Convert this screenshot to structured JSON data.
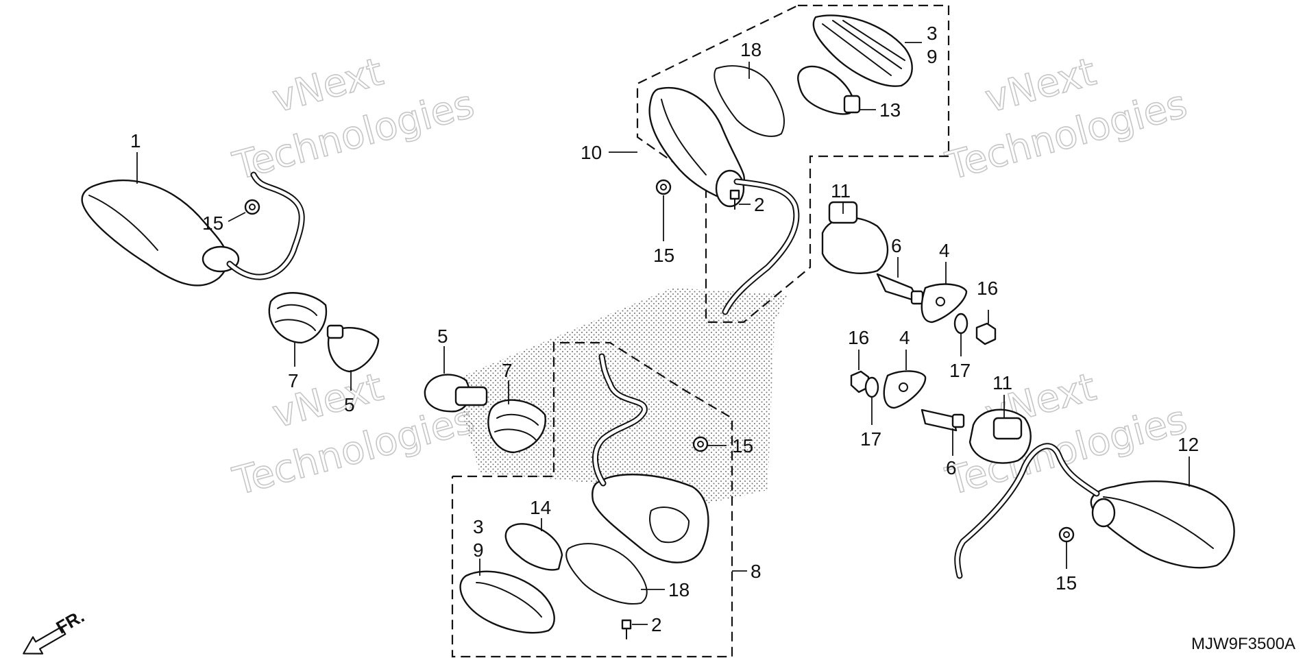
{
  "diagram_code": "MJW9F3500A",
  "direction_label": "FR.",
  "watermark": {
    "line1": "vNext",
    "line2": "Technologies"
  },
  "callouts": {
    "c1": "1",
    "c15a": "15",
    "c7a": "7",
    "c5a": "5",
    "c5b": "5",
    "c7b": "7",
    "c18a": "18",
    "c3a": "3",
    "c9a": "9",
    "c13": "13",
    "c10": "10",
    "c15b": "15",
    "c2a": "2",
    "c11a": "11",
    "c6a": "6",
    "c4a": "4",
    "c16a": "16",
    "c17a": "17",
    "c16b": "16",
    "c4b": "4",
    "c17b": "17",
    "c11b": "11",
    "c6b": "6",
    "c12": "12",
    "c15c": "15",
    "c15d": "15",
    "c14": "14",
    "c3b": "3",
    "c9b": "9",
    "c18b": "18",
    "c2b": "2",
    "c8": "8"
  }
}
